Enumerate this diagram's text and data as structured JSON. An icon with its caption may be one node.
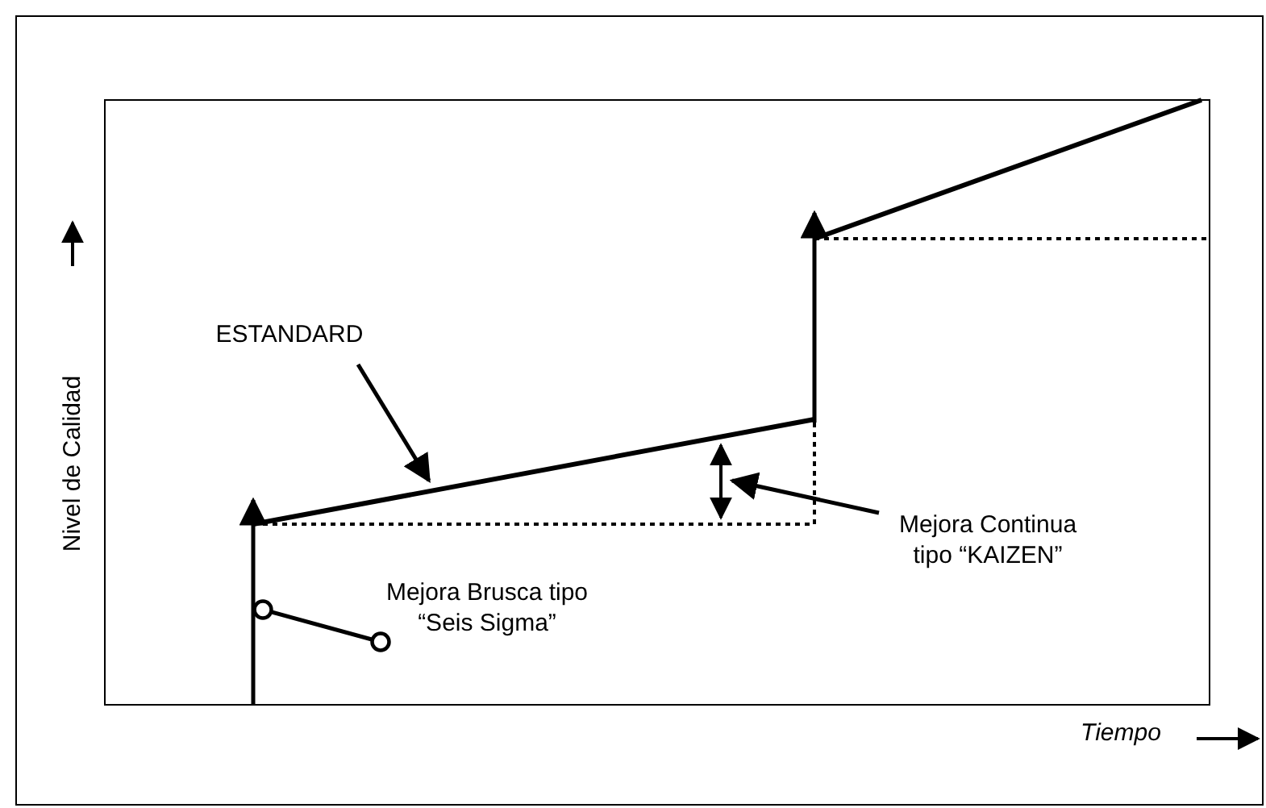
{
  "diagram": {
    "nodes": [
      {
        "text": [
          "ESTANDARD"
        ]
      },
      {
        "text": [
          "Mejora Continua tipo “KAIZEN”"
        ]
      },
      {
        "text": [
          "Mejora Brusca tipo “Seis Sigma”"
        ]
      }
    ],
    "edges": [
      {
        "from": 0,
        "to": null,
        "arrow": "to"
      },
      {
        "from": 1,
        "to": null,
        "arrow": "to"
      },
      {
        "from": 2,
        "to": null,
        "arrow": "other"
      }
    ],
    "labels": [
      "Nivel de Calidad",
      "Tiempo"
    ]
  }
}
